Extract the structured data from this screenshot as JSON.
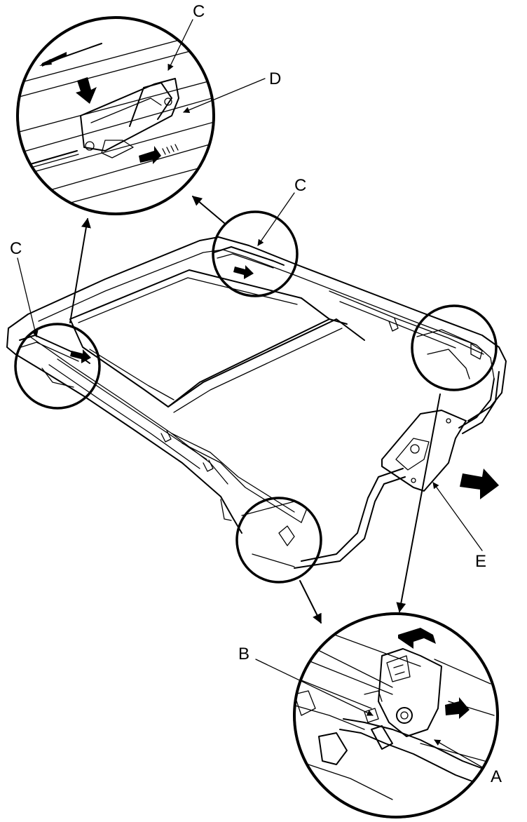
{
  "diagram": {
    "callouts": {
      "c_inset": "C",
      "d_inset": "D",
      "c_rear": "C",
      "c_left": "C",
      "b_inset": "B",
      "a_inset": "A",
      "e_bracket": "E"
    },
    "colors": {
      "line": "#000000",
      "background": "#ffffff"
    }
  }
}
